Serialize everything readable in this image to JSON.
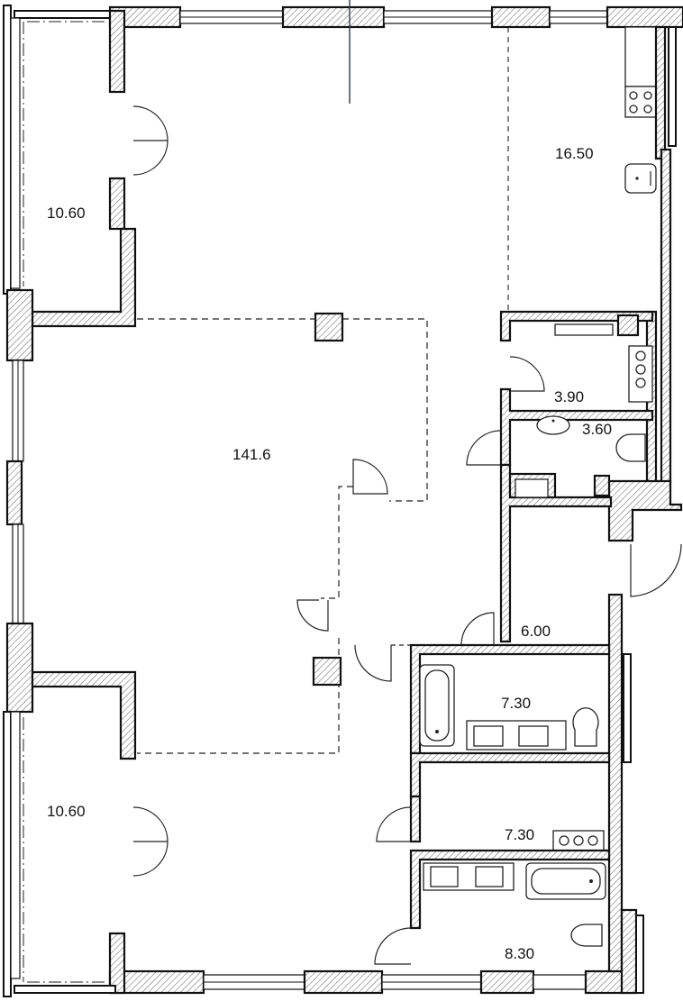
{
  "plan": {
    "rooms": [
      {
        "id": "balcony-top",
        "area": "10.60"
      },
      {
        "id": "kitchen",
        "area": "16.50"
      },
      {
        "id": "living",
        "area": "141.6"
      },
      {
        "id": "laundry",
        "area": "3.90"
      },
      {
        "id": "wc",
        "area": "3.60"
      },
      {
        "id": "hall",
        "area": "6.00"
      },
      {
        "id": "bath-1",
        "area": "7.30"
      },
      {
        "id": "dressing",
        "area": "7.30"
      },
      {
        "id": "balcony-bottom",
        "area": "10.60"
      },
      {
        "id": "bath-2",
        "area": "8.30"
      }
    ],
    "colors": {
      "wall": "#111111",
      "hatch": "#d9c9a8",
      "background": "#ffffff"
    }
  }
}
